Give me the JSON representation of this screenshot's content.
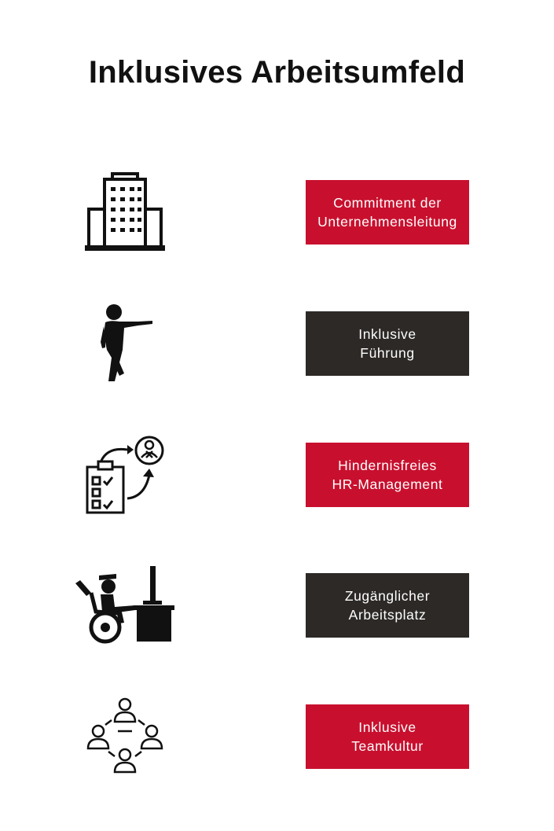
{
  "title": "Inklusives Arbeitsumfeld",
  "colors": {
    "red": "#c8102e",
    "dark": "#2c2927",
    "icon": "#111111"
  },
  "items": [
    {
      "label": "Commitment der\nUnternehmensleitung",
      "icon": "office-building-icon",
      "color": "red"
    },
    {
      "label": "Inklusive\nFührung",
      "icon": "pointing-person-icon",
      "color": "dark"
    },
    {
      "label": "Hindernisfreies\nHR-Management",
      "icon": "hr-checklist-icon",
      "color": "red"
    },
    {
      "label": "Zugänglicher\nArbeitsplatz",
      "icon": "wheelchair-workplace-icon",
      "color": "dark"
    },
    {
      "label": "Inklusive\nTeamkultur",
      "icon": "team-network-icon",
      "color": "red"
    }
  ]
}
